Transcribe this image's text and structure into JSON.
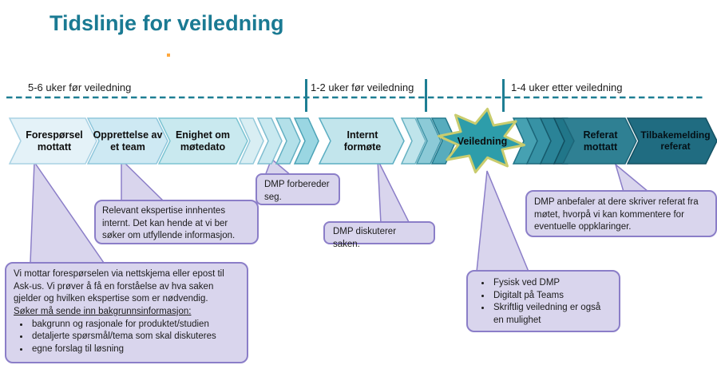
{
  "title": "Tidslinje for veiledning",
  "timeline": {
    "phases": [
      {
        "label": "5-6 uker før veiledning"
      },
      {
        "label": "1-2 uker før veiledning"
      },
      {
        "label": "1-4 uker etter veiledning"
      }
    ]
  },
  "steps": [
    {
      "label": "Forespørsel mottatt"
    },
    {
      "label": "Opprettelse av et team"
    },
    {
      "label": "Enighet om møtedato"
    },
    {
      "label": "Internt formøte"
    },
    {
      "label": "Veiledning"
    },
    {
      "label": "Referat mottatt"
    },
    {
      "label": "Tilbakemelding referat"
    }
  ],
  "callouts": {
    "request_received": {
      "intro": "Vi mottar forespørselen via nettskjema eller epost til Ask-us. Vi prøver å få en forståelse av hva saken gjelder og hvilken ekspertise som er nødvendig.",
      "heading": "Søker må sende inn bakgrunnsinformasjon:",
      "bullets": [
        "bakgrunn og rasjonale for produktet/studien",
        "detaljerte spørsmål/tema som skal diskuteres",
        "egne forslag til løsning"
      ]
    },
    "team": {
      "text": "Relevant ekspertise innhentes internt. Det kan hende at vi ber søker om utfyllende informasjon."
    },
    "prepare": {
      "text": "DMP forbereder seg."
    },
    "discuss": {
      "text": "DMP diskuterer saken."
    },
    "meeting_modes": {
      "bullets": [
        "Fysisk ved DMP",
        "Digitalt på Teams",
        "Skriftlig veiledning er også en mulighet"
      ]
    },
    "minutes": {
      "text": "DMP anbefaler at dere skriver referat fra møtet, hvorpå vi kan kommentere for eventuelle oppklaringer."
    }
  },
  "colors": {
    "title": "#1A7A93",
    "timeline_line": "#1E7E93",
    "callout_fill": "#D9D5ED",
    "callout_border": "#8B7EC8",
    "star_fill": "#2D9DAA",
    "star_border": "#C9CC6E",
    "chevron_fills": [
      "#E4F2F8",
      "#CEE9F3",
      "#C9E9EF",
      "#C2E5EC",
      "#2F8093",
      "#206C81"
    ],
    "orange_dot": "#FFA83D"
  }
}
